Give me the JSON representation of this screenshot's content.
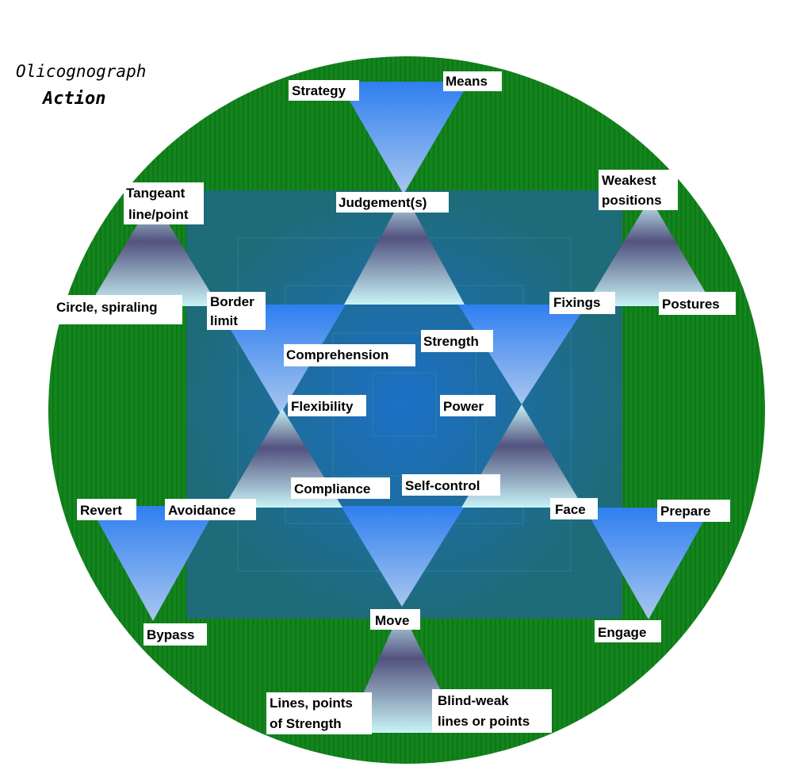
{
  "title": "Olicognograph",
  "subtitle": "Action",
  "colors": {
    "circle": "#12851c",
    "stripe": "#0f7618",
    "inner_outer": "#1f6a7e",
    "inner_core": "#1d6fd0",
    "tri_down_top": "#2f7ff0",
    "tri_down_bottom": "#a9c6ef",
    "tri_up_top": "#52527e",
    "tri_up_bottom": "#c8f3f6",
    "label_bg": "#ffffff",
    "title_color": "#000000",
    "subtitle_color": "#6a1478"
  },
  "labels": {
    "strategy": "Strategy",
    "means": "Means",
    "judgements": "Judgement(s)",
    "tangeant_1": "Tangeant",
    "tangeant_2": "line/point",
    "weakest_1": "Weakest",
    "weakest_2": "positions",
    "circle_spiraling": "Circle, spiraling",
    "border_1": "Border",
    "border_2": "limit",
    "fixings": "Fixings",
    "postures": "Postures",
    "comprehension": "Comprehension",
    "strength": "Strength",
    "flexibility": "Flexibility",
    "power": "Power",
    "compliance": "Compliance",
    "self_control": "Self-control",
    "revert": "Revert",
    "avoidance": "Avoidance",
    "face": "Face",
    "prepare": "Prepare",
    "bypass": "Bypass",
    "engage": "Engage",
    "move": "Move",
    "lines_points_1": "Lines, points",
    "lines_points_2": "of Strength",
    "blind_weak_1": "Blind-weak",
    "blind_weak_2": "lines or points"
  }
}
